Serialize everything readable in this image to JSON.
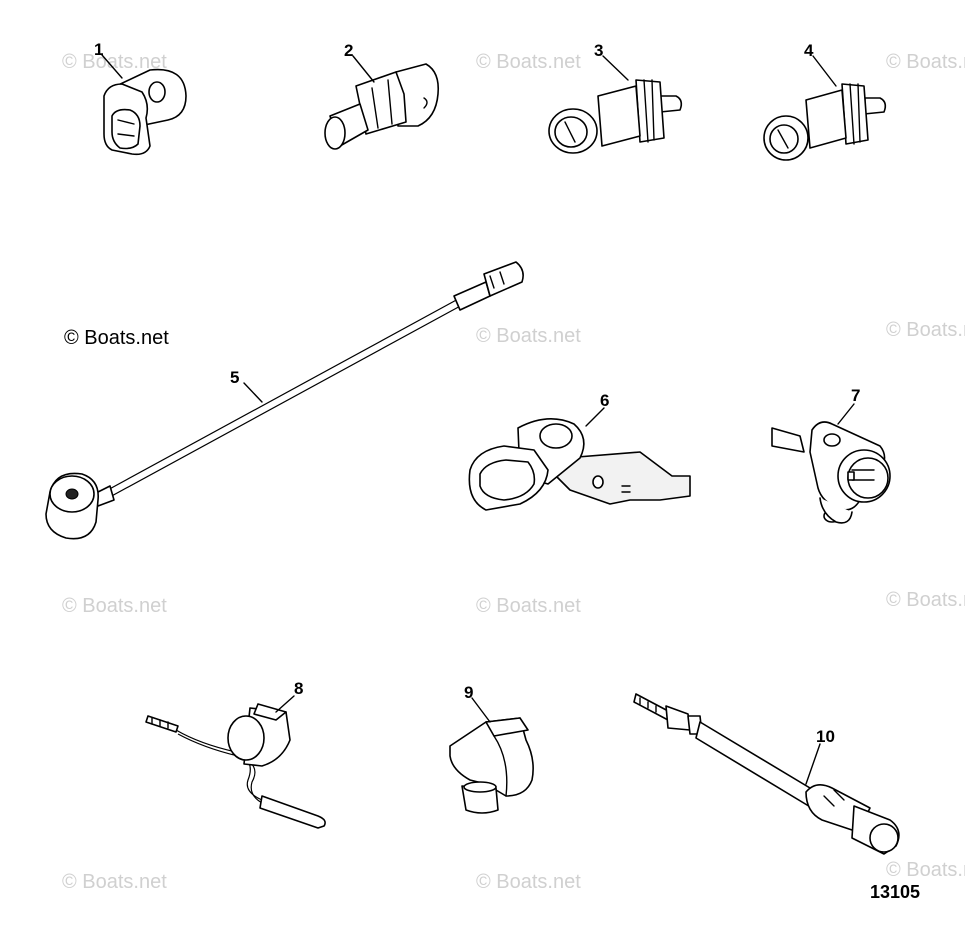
{
  "watermark_text": "© Boats.net",
  "callouts": [
    "1",
    "2",
    "3",
    "4",
    "5",
    "6",
    "7",
    "8",
    "9",
    "10"
  ],
  "figure_number": "13105"
}
